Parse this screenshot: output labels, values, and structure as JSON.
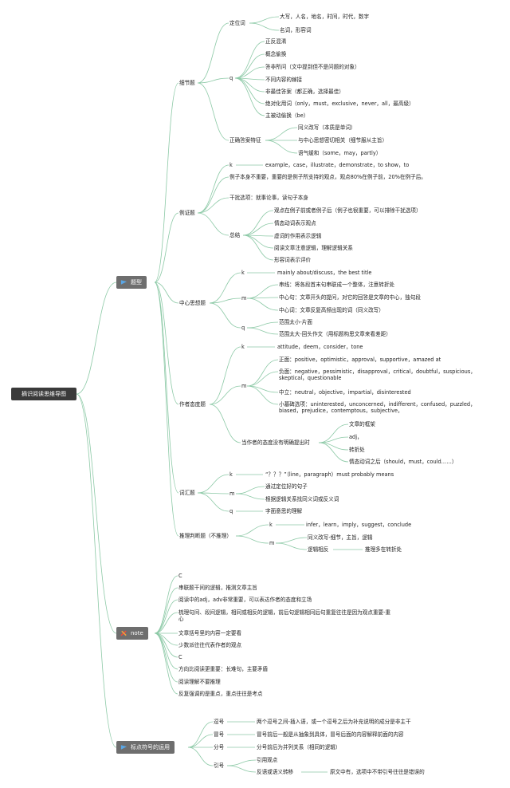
{
  "root": "摘识阅读思维导图",
  "sections": {
    "tixing": {
      "label": "题型",
      "icon": "flag-icon",
      "xijie": {
        "label": "细节题",
        "dingwei": {
          "label": "定位词",
          "items": [
            "大写，人名，地名，时间，时代，数字",
            "名词，形容词"
          ]
        },
        "q": {
          "label": "q",
          "items": [
            "正反混淆",
            "概念偷换",
            "答非所问（文中提到但不是问题的对象）",
            "不同内容的嫁接",
            "非最佳答案（都正确，选择最佳）",
            "绝对化用词（only，must，exclusive，never，all，最高级）",
            "主被动偷换（be）"
          ]
        },
        "zhengque": {
          "label": "正确答案特征",
          "items": [
            "同义改写（本质是单词）",
            "与中心思想密切相关（细节服从主旨）",
            "语气缓和（some，may，partly）"
          ]
        }
      },
      "lizheng": {
        "label": "例证题",
        "k_label": "k",
        "k_text": "example，case，illustrate，demonstrate，to show，to",
        "note1": "例子本身不重要，重要的是例子所支持的观点，观点80%在例子前，20%在例子后。",
        "note2": "干扰选项：就事论事，读句子本身",
        "zongjie": {
          "label": "总结",
          "items": [
            "观点在例子前或者例子后（例子也很重要，可以排除干扰选项）",
            "情态动词表示观点",
            "虚词的作用表示逻辑",
            "阅读文章注意逻辑，理解逻辑关系",
            "形容词表示评价"
          ]
        }
      },
      "zhongxin": {
        "label": "中心思想题",
        "k_label": "k",
        "k_text": "mainly about/discuss，the best title",
        "m_label": "m",
        "m_items": [
          "串线：将各段首末句串联成一个整体，注意转折处",
          "中心句：文章开头的提问，对它的回答是文章的中心，独句段",
          "中心词：文章反复高频出现的词（同义改写）"
        ],
        "q_label": "q",
        "q_items": [
          "范围太小-片面",
          "范围太大-回头作文（用标题构思文章来看差距）"
        ]
      },
      "taidu": {
        "label": "作者态度题",
        "k_label": "k",
        "k_text": "attitude，deem，consider，tone",
        "m_label": "m",
        "m_items": [
          "正面：positive，optimistic，approval，supportive，amazed at",
          "负面：negative，pessimistic，disapproval，critical，doubtful，suspicious，skeptical，questionable",
          "中立：neutral，objective，impartial，disinterested",
          "小墓碑选项：uninterested，unconcerned，indifferent，confused，puzzled，biased，prejudice，contemptous，subjective，"
        ],
        "when": {
          "label": "当作者的态度没有明确提出时",
          "items": [
            "文章的框架",
            "adj，",
            "转折处",
            "情态动词之后（should，must，could……）"
          ]
        }
      },
      "cihui": {
        "label": "词汇题",
        "k_label": "k",
        "k_text": "“？？？”（line，paragraph）must probably means",
        "m_label": "m",
        "m_items": [
          "通过定位好的句子",
          "根据逻辑关系找同义词或反义词"
        ],
        "q_label": "q",
        "q_text": "字面意思的理解"
      },
      "tuili": {
        "label": "推理判断题（不推理）",
        "k_label": "k",
        "k_text": "infer，learn，imply，suggest，conclude",
        "m_label": "m",
        "m_items": [
          "同义改写-细节，主旨，逻辑",
          "逻辑相反"
        ],
        "m_sub": "推理多在转折处"
      }
    },
    "note": {
      "label": "note",
      "icon": "tools-icon",
      "items": [
        "C",
        "串联题干间的逻辑，推测文章主旨",
        "阅读中的adj，adv非常重要，可以表达作者的态度和立场",
        "梳理句间、段间逻辑，相同或相反的逻辑，前后句逻辑相同后句重复往往是因为观点重要-重心",
        "文章括号里的内容一定要看",
        "少数派往往代表作者的观点",
        "C",
        "方向比阅读更重要：长难句，主要矛盾",
        "阅读理解不要推理",
        "反复强调的是重点，重点往往是考点"
      ]
    },
    "biaodian": {
      "label": "标点符号的运用",
      "icon": "flag-icon",
      "items": [
        {
          "label": "逗号",
          "text": "两个逗号之间-插入语，或一个逗号之后为补充说明的成分是非主干"
        },
        {
          "label": "冒号",
          "text": "冒号前后一般是从抽象到具体，冒号后面的内容解释前面的内容"
        },
        {
          "label": "分号",
          "text": "分号前后为并列关系（相同的逻辑）"
        }
      ],
      "yinhao": {
        "label": "引号",
        "items": [
          "引用观点",
          "反语或语义转移"
        ],
        "sub": "原文中有，选项中不带引号往往是错误的"
      }
    }
  }
}
